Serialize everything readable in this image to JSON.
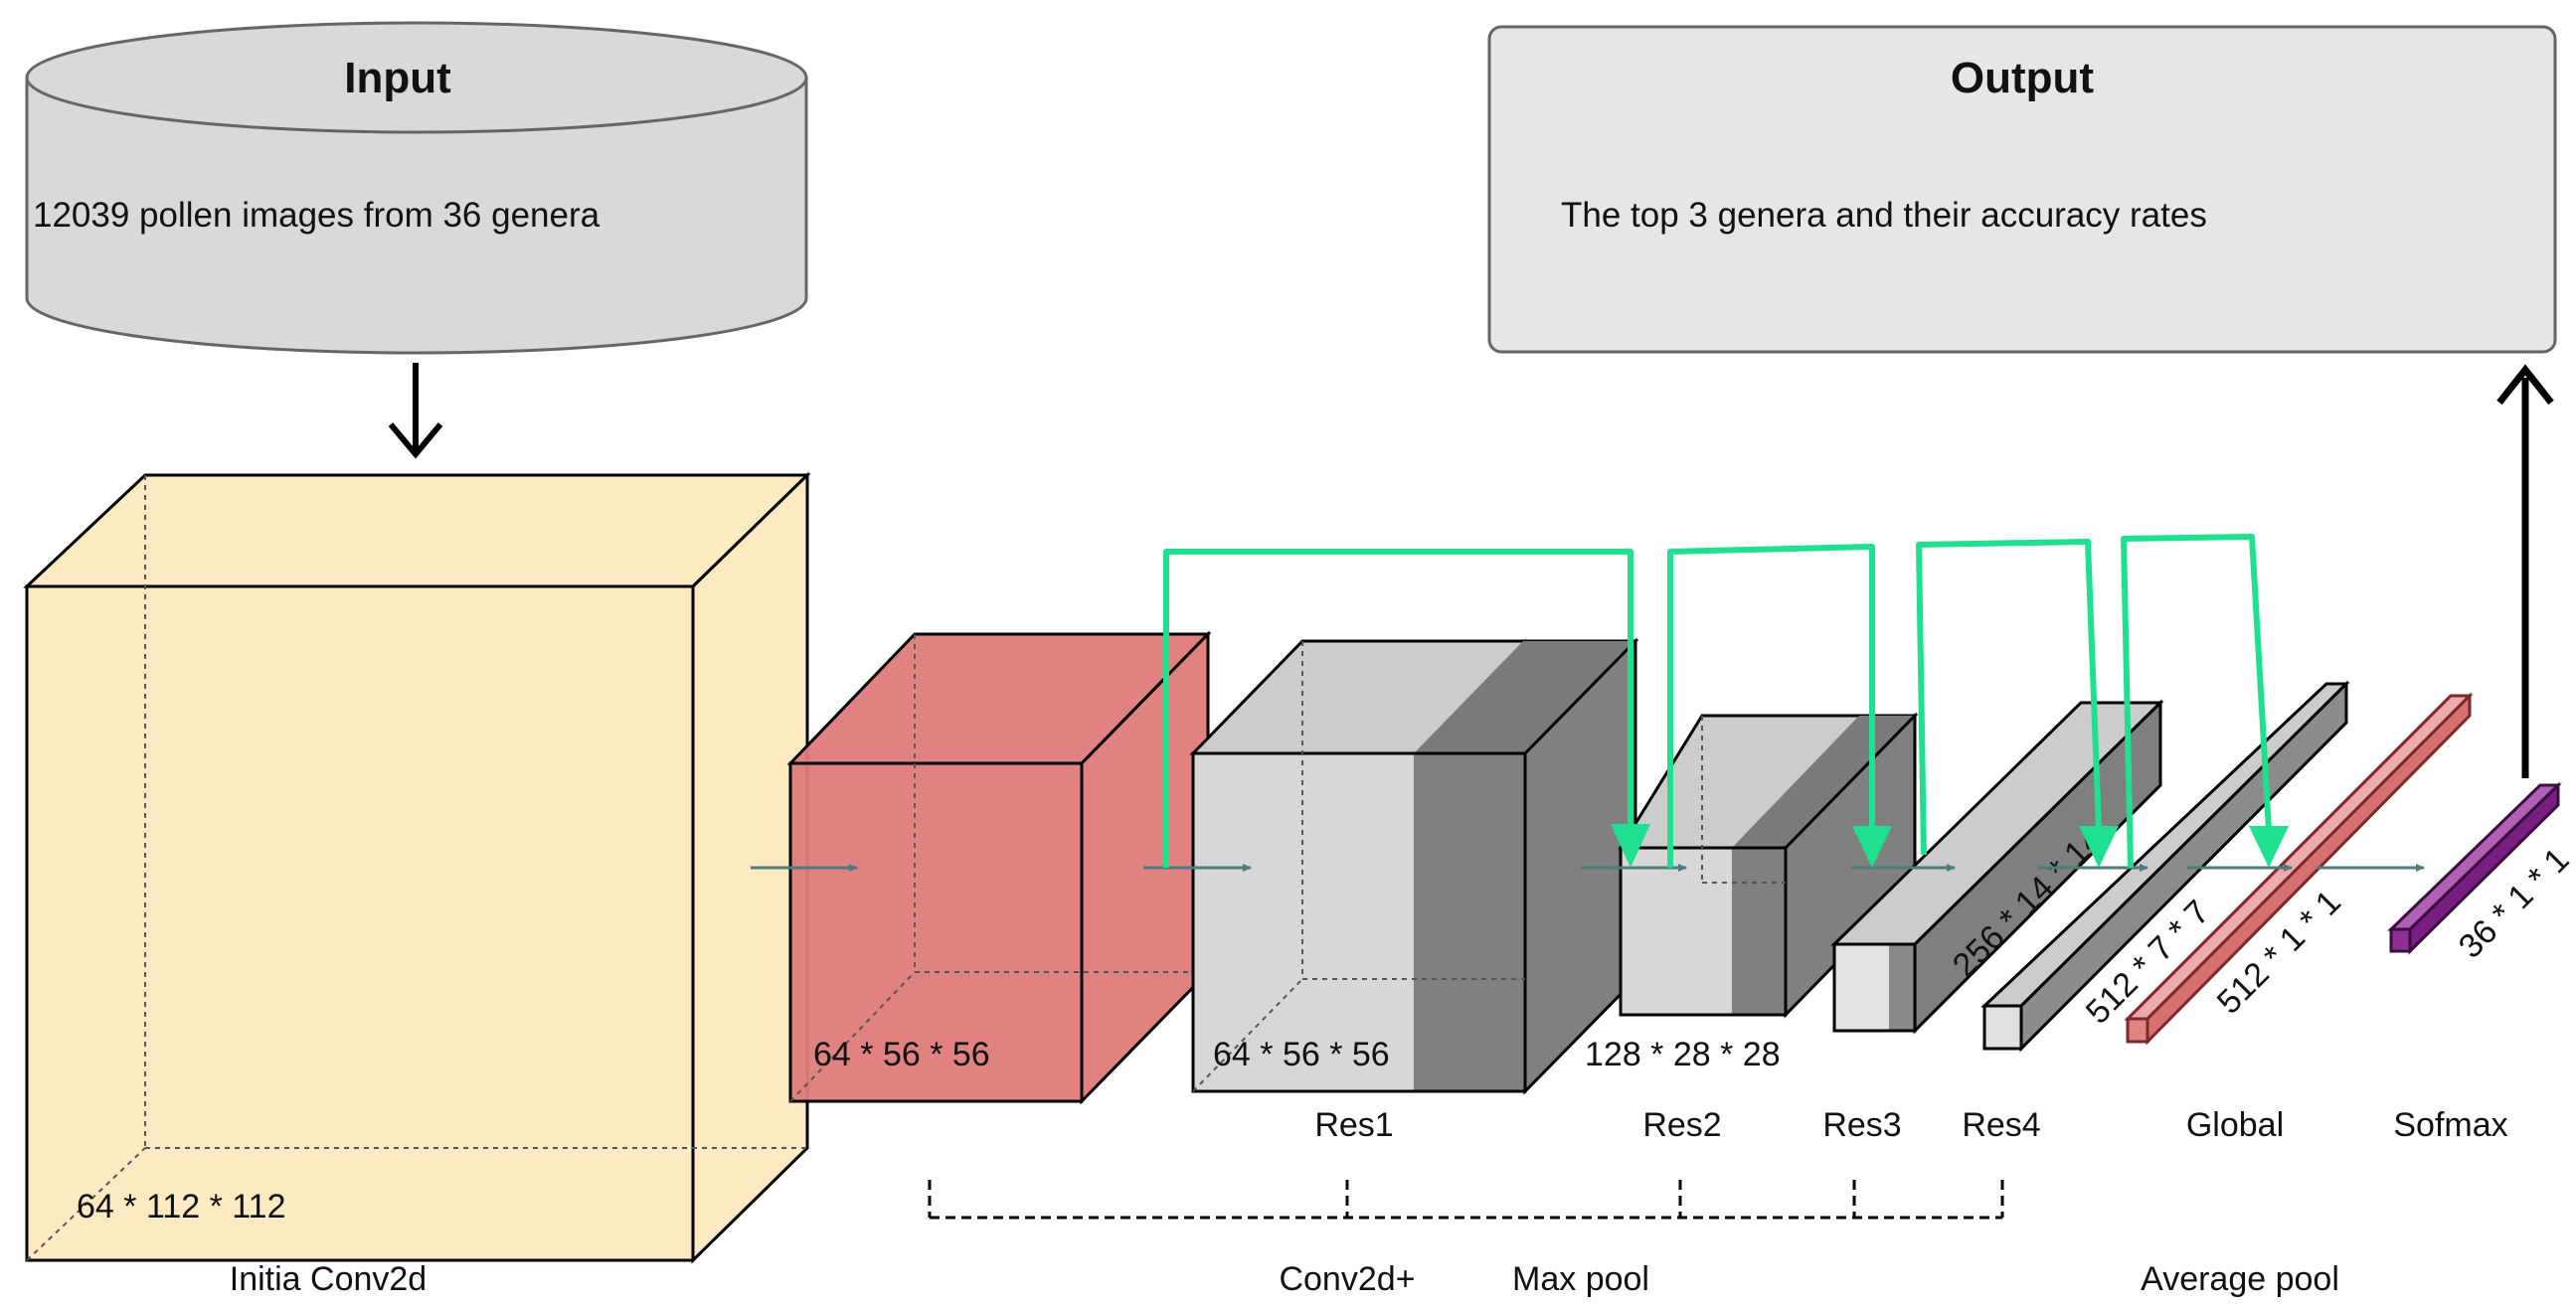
{
  "input": {
    "title": "Input",
    "text": "12039 pollen images from 36 genera"
  },
  "output": {
    "title": "Output",
    "text": "The top 3 genera and their accuracy rates"
  },
  "blocks": {
    "conv_initial": {
      "dims": "64 * 112 * 112",
      "label": "Initia Conv2d"
    },
    "maxpool": {
      "dims": "64 * 56 * 56"
    },
    "res1": {
      "dims": "64 * 56 * 56",
      "label": "Res1"
    },
    "res2": {
      "dims": "128 * 28 * 28",
      "label": "Res2"
    },
    "res3": {
      "dims": "256 * 14 * 14",
      "label": "Res3"
    },
    "res4": {
      "dims": "512 * 7 * 7",
      "label": "Res4"
    },
    "global": {
      "dims": "512 * 1 * 1",
      "label": "Global"
    },
    "softmax": {
      "dims": "36 * 1 * 1",
      "label": "Sofmax"
    }
  },
  "group_labels": {
    "conv": "Conv2d+",
    "maxpool": "Max pool",
    "avgpool": "Average pool"
  },
  "colors": {
    "conv_face": "#fde9c2",
    "maxpool_face": "#df7b7b",
    "res_light": "#d7d7d7",
    "res_dark": "#808080",
    "global_face": "#e08383",
    "softmax_face": "#8e2d96",
    "skip_arrow": "#1fe08f",
    "box_fill": "#e6e6e6"
  }
}
